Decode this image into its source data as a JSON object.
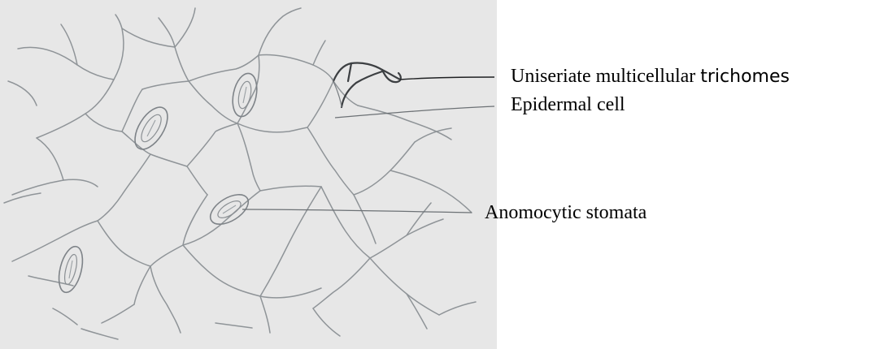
{
  "labels": {
    "trichome_a": "Uniseriate multicellular",
    "trichome_b": "trichomes",
    "epidermal": "Epidermal cell",
    "stomata": "Anomocytic stomata"
  },
  "colors": {
    "background": "#e7e7e7",
    "wall": "#8f9498",
    "leader": "#6c7175",
    "trichome": "#3c3f42"
  }
}
